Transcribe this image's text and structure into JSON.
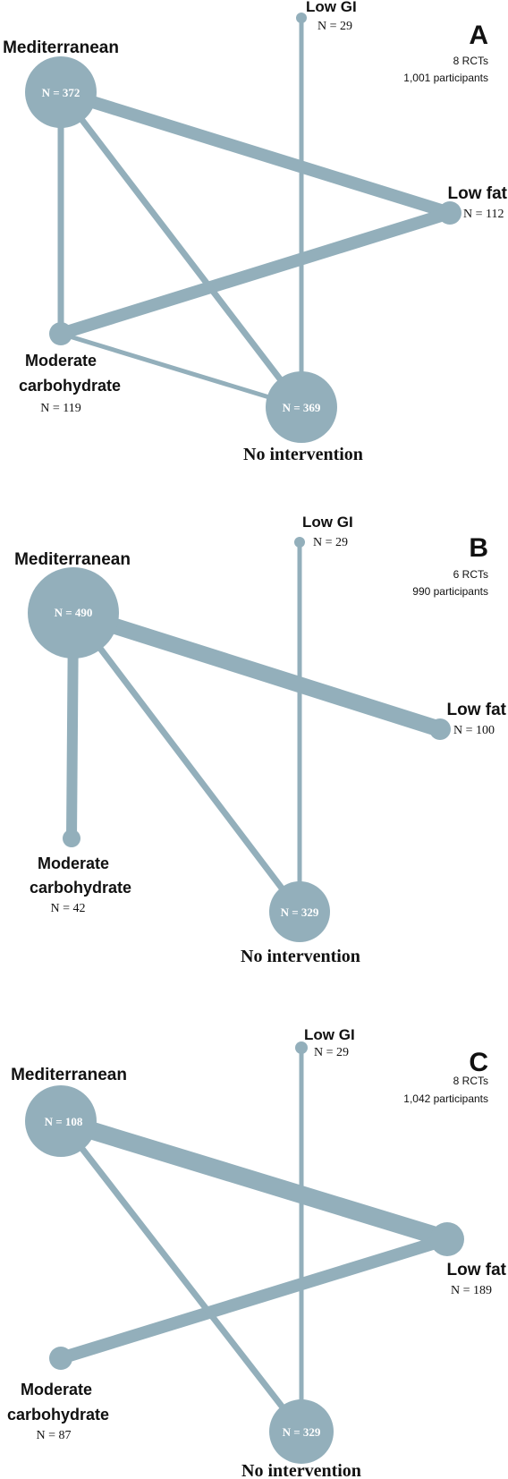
{
  "panels": [
    {
      "letter": "A",
      "rcts": "8 RCTs",
      "participants": "1,001 participants",
      "nodes": {
        "mediterranean": {
          "name": "Mediterranean",
          "n": "N =  372"
        },
        "low_gi": {
          "name": "Low GI",
          "n": "N =  29"
        },
        "low_fat": {
          "name": "Low fat",
          "n": "N = 112"
        },
        "moderate_carb": {
          "name_line1": "Moderate",
          "name_line2": "carbohydrate",
          "n": "N = 119"
        },
        "no_intervention": {
          "name": "No intervention",
          "n": "N = 369"
        }
      }
    },
    {
      "letter": "B",
      "rcts": "6 RCTs",
      "participants": "990 participants",
      "nodes": {
        "mediterranean": {
          "name": "Mediterranean",
          "n": "N = 490"
        },
        "low_gi": {
          "name": "Low GI",
          "n": "N = 29"
        },
        "low_fat": {
          "name": "Low fat",
          "n": "N = 100"
        },
        "moderate_carb": {
          "name_line1": "Moderate",
          "name_line2": "carbohydrate",
          "n": "N = 42"
        },
        "no_intervention": {
          "name": "No intervention",
          "n": "N = 329"
        }
      }
    },
    {
      "letter": "C",
      "rcts": "8 RCTs",
      "participants": "1,042 participants",
      "nodes": {
        "mediterranean": {
          "name": "Mediterranean",
          "n": "N = 108"
        },
        "low_gi": {
          "name": "Low GI",
          "n": "N =  29"
        },
        "low_fat": {
          "name": "Low fat",
          "n": "N = 189"
        },
        "moderate_carb": {
          "name_line1": "Moderate",
          "name_line2": "carbohydrate",
          "n": "N = 87"
        },
        "no_intervention": {
          "name": "No intervention",
          "n": "N = 329"
        }
      }
    }
  ]
}
